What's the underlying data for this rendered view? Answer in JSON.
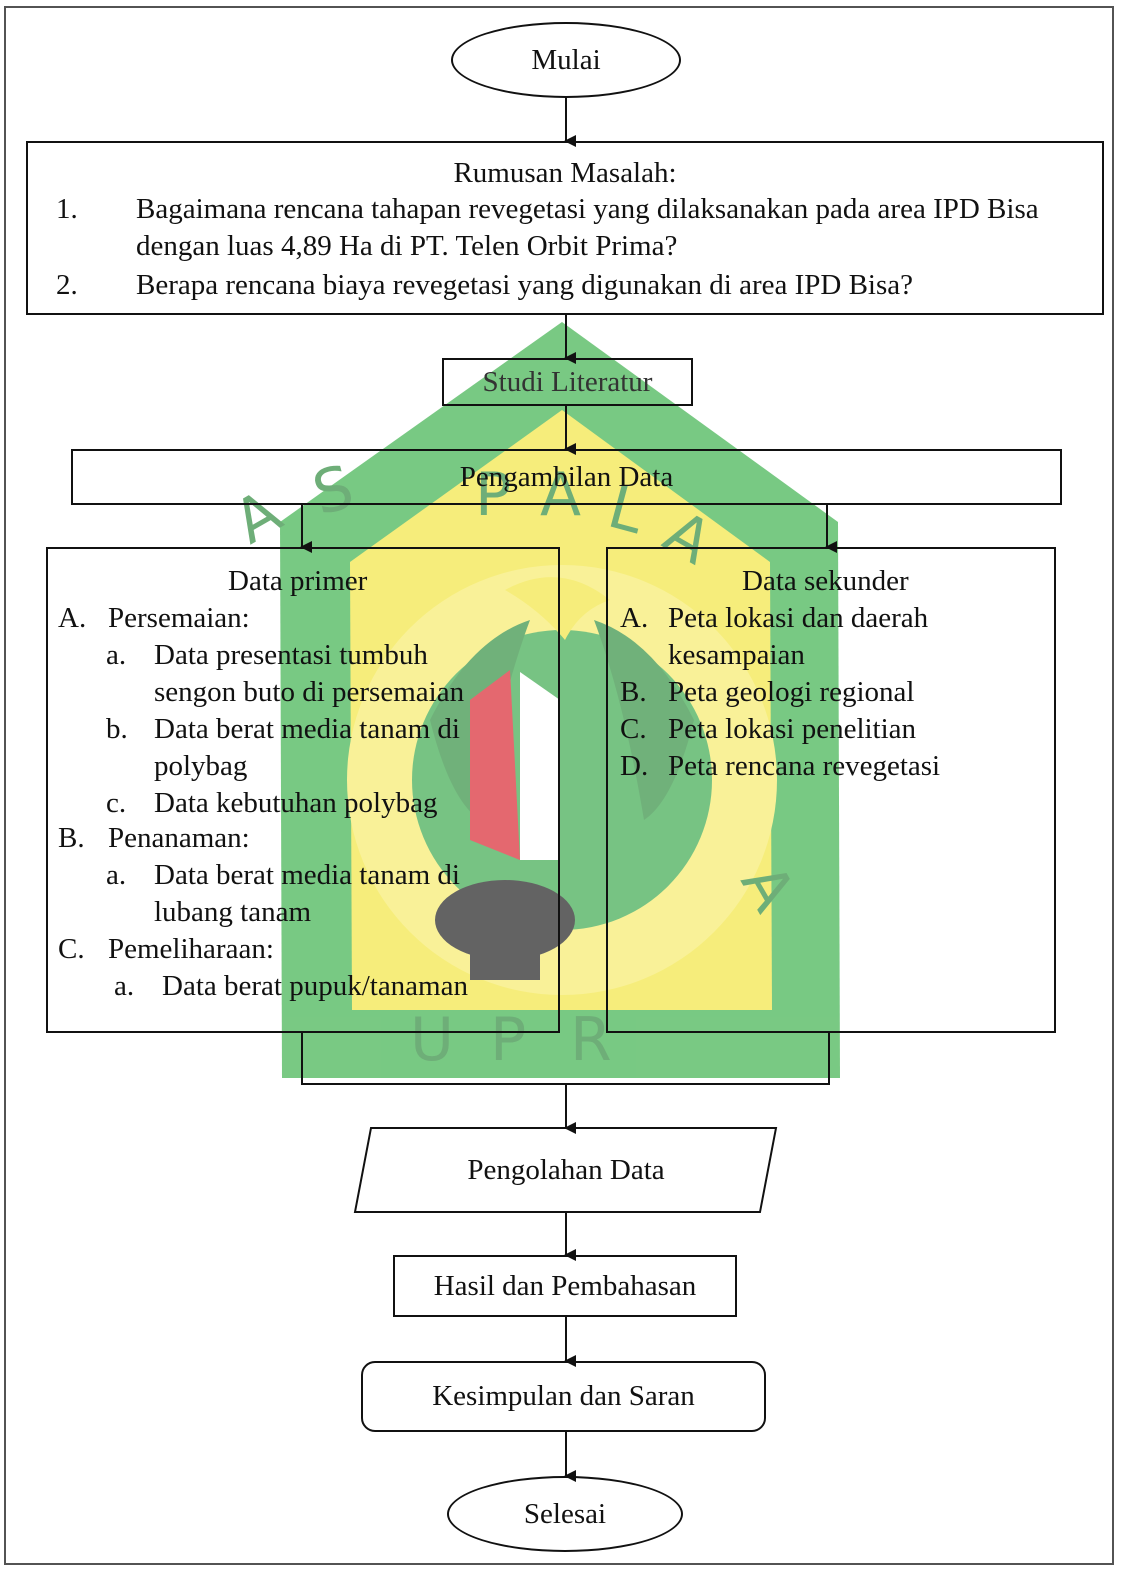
{
  "start_label": "Mulai",
  "rumusan": {
    "title": "Rumusan Masalah:",
    "items": [
      {
        "num": "1.",
        "lines": [
          "Bagaimana rencana tahapan revegetasi yang dilaksanakan pada area IPD Bisa",
          "dengan luas 4,89 Ha di PT. Telen Orbit Prima?"
        ]
      },
      {
        "num": "2.",
        "lines": [
          "Berapa rencana biaya revegetasi yang digunakan di area IPD Bisa?"
        ]
      }
    ]
  },
  "studi_literatur": "Studi Literatur",
  "pengambilan_data": "Pengambilan Data",
  "data_primer": {
    "title": "Data primer",
    "sections": [
      {
        "letter": "A.",
        "label": "Persemaian:",
        "items": [
          {
            "letter": "a.",
            "lines": [
              "Data presentasi tumbuh",
              "sengon buto di persemaian"
            ]
          },
          {
            "letter": "b.",
            "lines": [
              "Data berat media tanam di",
              "polybag"
            ]
          },
          {
            "letter": "c.",
            "lines": [
              "Data kebutuhan polybag"
            ]
          }
        ]
      },
      {
        "letter": "B.",
        "label": "Penanaman:",
        "items": [
          {
            "letter": "a.",
            "lines": [
              "Data berat media tanam di",
              "lubang tanam"
            ]
          }
        ]
      },
      {
        "letter": "C.",
        "label": "Pemeliharaan:",
        "items": [
          {
            "letter": "a.",
            "lines": [
              "Data berat pupuk/tanaman"
            ]
          }
        ]
      }
    ]
  },
  "data_sekunder": {
    "title": "Data sekunder",
    "items": [
      {
        "letter": "A.",
        "lines": [
          "Peta lokasi dan daerah",
          "kesampaian"
        ]
      },
      {
        "letter": "B.",
        "lines": [
          "Peta geologi regional"
        ]
      },
      {
        "letter": "C.",
        "lines": [
          "Peta lokasi penelitian"
        ]
      },
      {
        "letter": "D.",
        "lines": [
          "Peta rencana revegetasi"
        ]
      }
    ]
  },
  "pengolahan_data": "Pengolahan Data",
  "hasil": "Hasil dan Pembahasan",
  "kesimpulan": "Kesimpulan dan Saran",
  "end_label": "Selesai",
  "watermark": {
    "ring_text": "UNIVERSITAS PALANGKA RAYA",
    "colors": {
      "green": "#27a745",
      "yellow": "#f2e23a",
      "red": "#d9232e",
      "dark": "#1c1c1c"
    }
  },
  "colors": {
    "stroke": "#111111",
    "text": "#111111"
  }
}
